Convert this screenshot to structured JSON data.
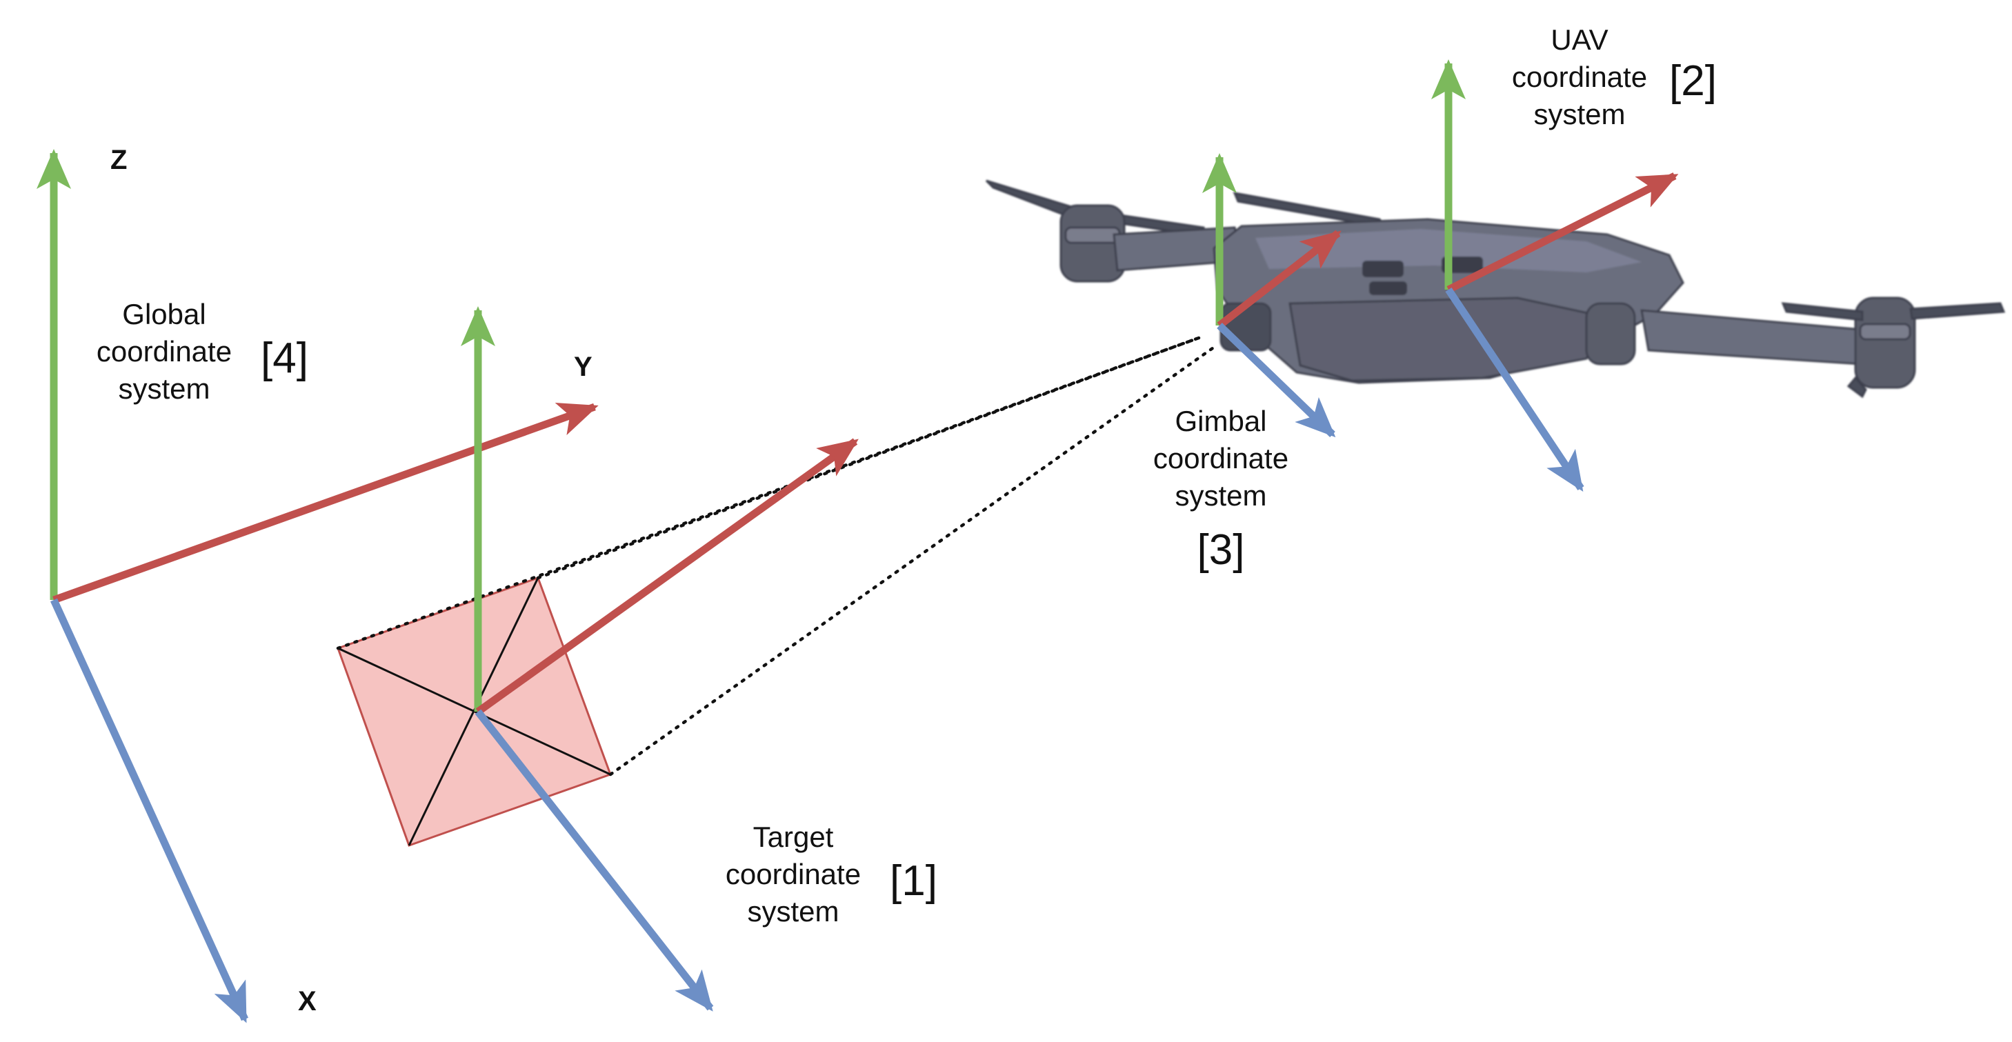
{
  "axis_labels": {
    "z": "Z",
    "y": "Y",
    "x": "X"
  },
  "frames": {
    "global": {
      "line1": "Global",
      "line2": "coordinate",
      "line3": "system",
      "index": "[4]"
    },
    "target": {
      "line1": "Target",
      "line2": "coordinate",
      "line3": "system",
      "index": "[1]"
    },
    "gimbal": {
      "line1": "Gimbal",
      "line2": "coordinate",
      "line3": "system",
      "index": "[3]"
    },
    "uav": {
      "line1": "UAV",
      "line2": "coordinate",
      "line3": "system",
      "index": "[2]"
    }
  },
  "colors": {
    "z_axis": "#7cb95c",
    "y_axis": "#c0504d",
    "x_axis": "#6d8fc6",
    "target_fill": "#f6c3c1",
    "target_edge": "#c0504d",
    "drone_body": "#6b6e7e",
    "drone_dark": "#4a4d5a"
  },
  "icons": {
    "drone": "quadcopter-drone-icon",
    "target": "target-marker-icon"
  }
}
